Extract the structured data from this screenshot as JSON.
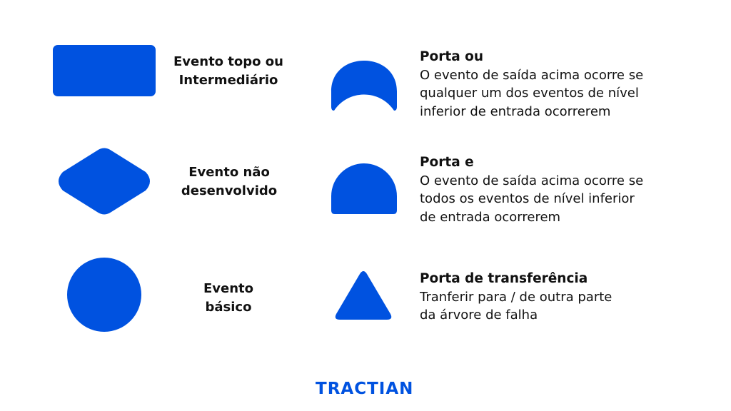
{
  "colors": {
    "shape": "#0052E0"
  },
  "left_items": [
    {
      "shape": "rectangle",
      "label_lines": [
        "Evento topo ou",
        "Intermediário"
      ]
    },
    {
      "shape": "diamond",
      "label_lines": [
        "Evento não",
        "desenvolvido"
      ]
    },
    {
      "shape": "circle",
      "label_lines": [
        "Evento",
        "básico"
      ]
    }
  ],
  "right_items": [
    {
      "shape": "or-gate",
      "title": "Porta ou",
      "lines": [
        "O evento de saída acima ocorre se",
        "qualquer um dos eventos de nível",
        "inferior de entrada ocorrerem"
      ]
    },
    {
      "shape": "and-gate",
      "title": "Porta e",
      "lines": [
        "O evento de saída acima ocorre se",
        "todos os eventos de nível inferior",
        "de entrada ocorrerem"
      ]
    },
    {
      "shape": "triangle",
      "title": "Porta de transferência",
      "lines": [
        "Tranferir para / de outra parte",
        "da árvore de falha"
      ]
    }
  ],
  "logo": "TRACTIAN"
}
